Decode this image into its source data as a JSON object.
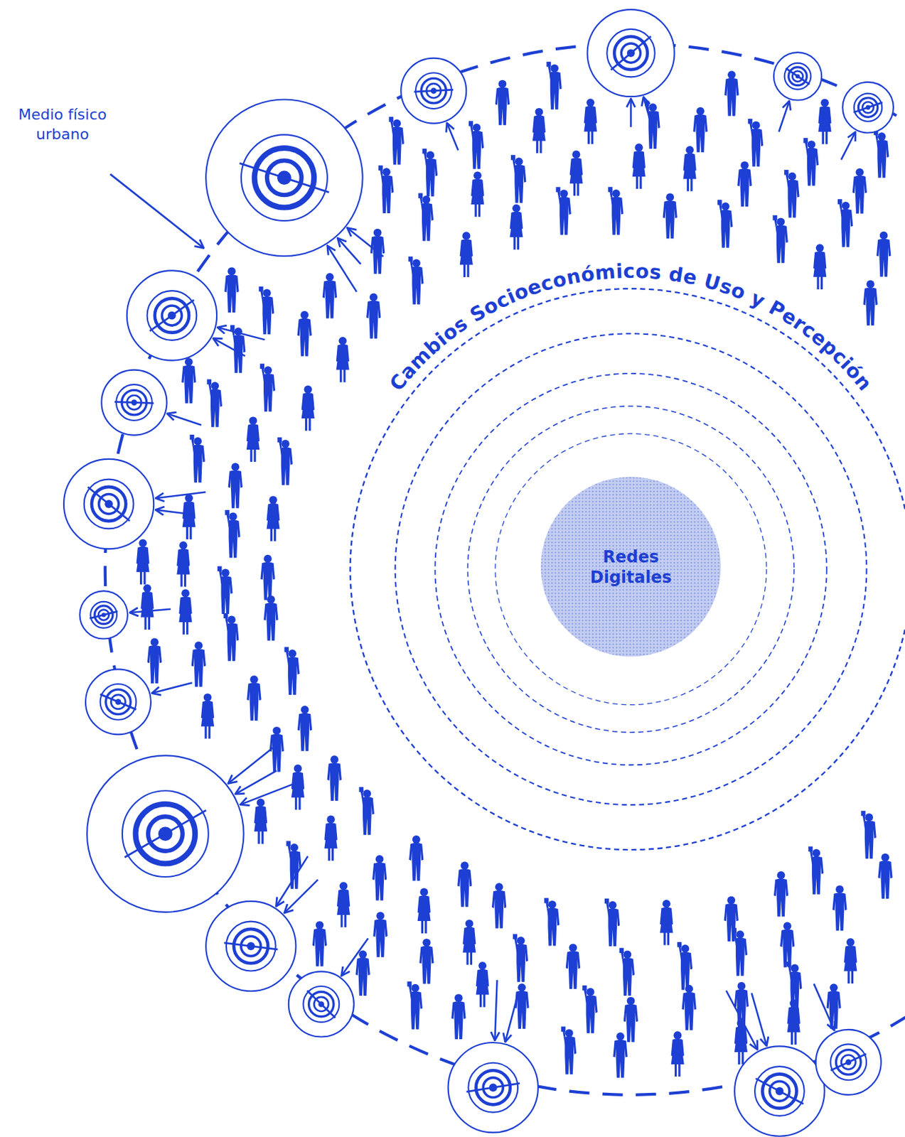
{
  "diagram": {
    "nodes": [
      {
        "text": [
          "Redes Digitales"
        ]
      }
    ],
    "labels": [
      "Medio físico urbano",
      "Cambios Socioeconómicos de Uso y Percepción"
    ]
  }
}
